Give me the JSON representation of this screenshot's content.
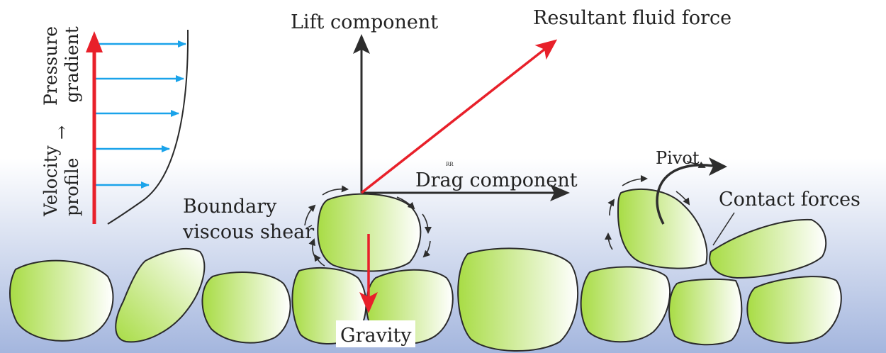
{
  "labels": {
    "lift": "Lift component",
    "resultant": "Resultant fluid force",
    "drag": "Drag component",
    "gravity": "Gravity",
    "pivot": "Pivot",
    "contact": "Contact forces",
    "boundary_line1": "Boundary",
    "boundary_line2": "viscous shear",
    "velocity_line1": "Velocity",
    "velocity_line2": "profile",
    "arrow_glyph": "→",
    "pressure_line1": "Pressure",
    "pressure_line2": "gradient",
    "watermark": "RR"
  },
  "colors": {
    "background_top": "#ffffff",
    "background_bottom": "#a4b6de",
    "grain_dark": "#a8dc45",
    "grain_light": "#ffffff",
    "outline": "#2a2a2a",
    "force_red": "#e8202a",
    "velocity_blue": "#1aa3ea",
    "axis_dark": "#2d2d2d"
  }
}
